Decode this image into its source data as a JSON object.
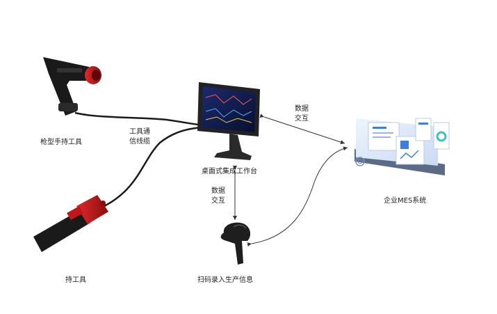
{
  "labels": {
    "pistol_tool": "枪型手持工具",
    "cable_line1": "工具通",
    "cable_line2": "信线缆",
    "workstation": "桌面式集成工作台",
    "data_exchange_top_1": "数据",
    "data_exchange_top_2": "交互",
    "data_exchange_mid_1": "数据",
    "data_exchange_mid_2": "交互",
    "mes_system": "企业MES系统",
    "scanner": "扫码录入生产信息",
    "straight_tool": "持工具"
  },
  "colors": {
    "tool_black": "#1a1a1a",
    "tool_red": "#c01818",
    "monitor_frame": "#222222",
    "screen_bg": "#0d1a4a",
    "mes_blue": "#3d7fe0",
    "mes_light": "#dbe8f8",
    "connector": "#333333"
  }
}
